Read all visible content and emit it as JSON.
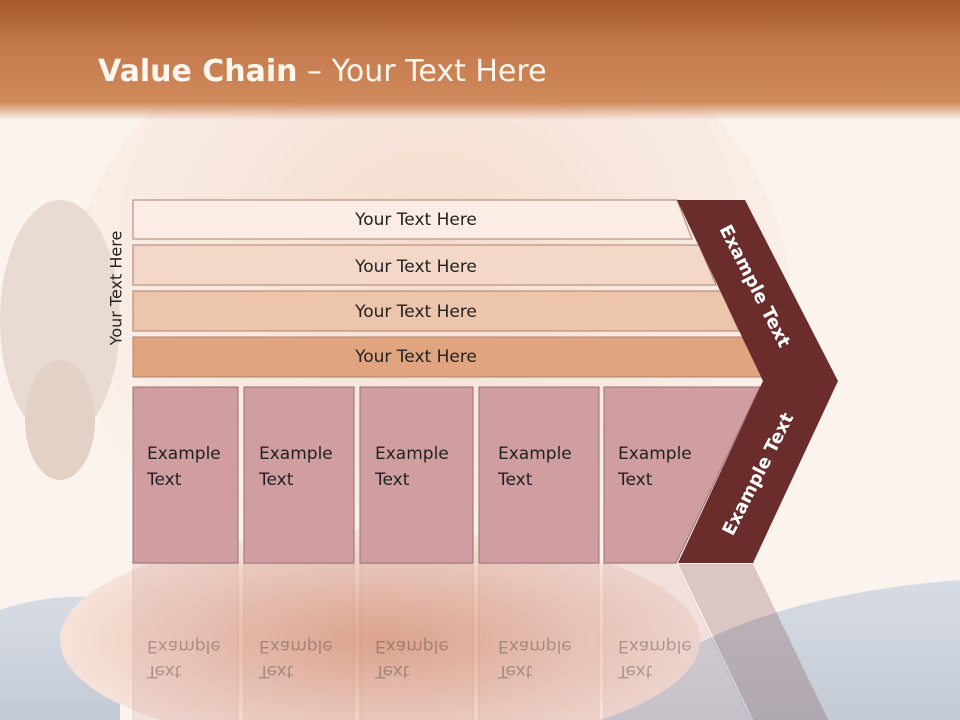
{
  "title": {
    "bold": "Value Chain",
    "rest": " – Your Text Here"
  },
  "side_label": "Your Text Here",
  "rows": [
    "Your Text Here",
    "Your Text Here",
    "Your Text Here",
    "Your Text Here"
  ],
  "columns": [
    [
      "Example",
      "Text"
    ],
    [
      "Example",
      "Text"
    ],
    [
      "Example",
      "Text"
    ],
    [
      "Example",
      "Text"
    ],
    [
      "Example",
      "Text"
    ]
  ],
  "chevron_top": "Example Text",
  "chevron_bottom": "Example Text",
  "colors": {
    "title_bar": "#c57a4c",
    "row_fills": [
      "#fbede6",
      "#f3d8c8",
      "#edc5ac",
      "#e0a57f"
    ],
    "column_fill": "#d09ea0",
    "chevron": "#6b2c2c"
  }
}
